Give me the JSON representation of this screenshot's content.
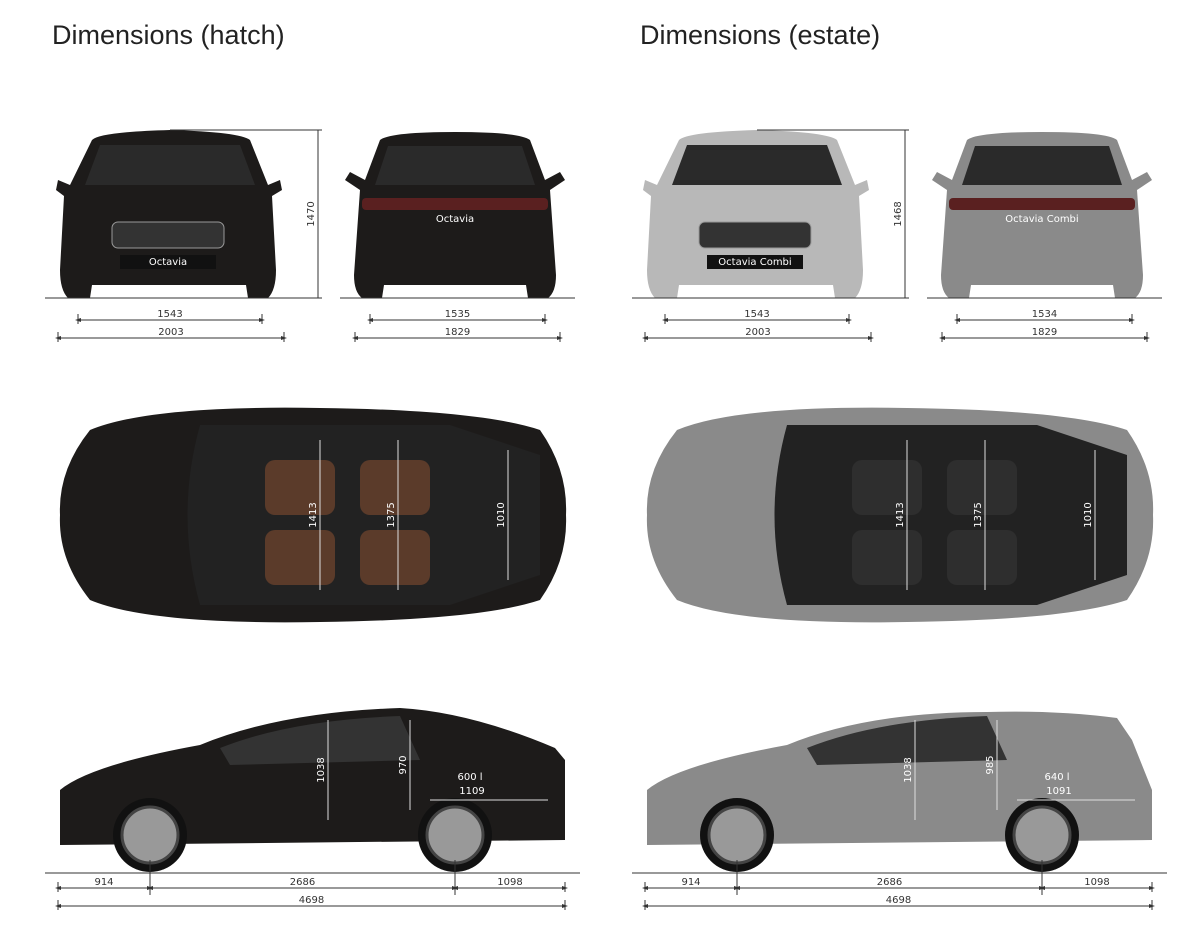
{
  "titles": {
    "hatch": "Dimensions (hatch)",
    "estate": "Dimensions (estate)"
  },
  "variants": [
    {
      "key": "hatch",
      "body_color": "#1d1b1a",
      "front_color": "#1d1b1a",
      "badge_front": "Octavia",
      "badge_rear": "Octavia",
      "front": {
        "height": "1470",
        "track": "1543",
        "width": "2003"
      },
      "rear": {
        "track": "1535",
        "width": "1829"
      },
      "top": {
        "front_shoulder": "1413",
        "rear_shoulder": "1375",
        "boot_width": "1010"
      },
      "side": {
        "front_headroom": "1038",
        "rear_headroom": "970",
        "boot_volume": "600 l",
        "boot_length": "1109",
        "front_overhang": "914",
        "wheelbase": "2686",
        "rear_overhang": "1098",
        "length": "4698"
      }
    },
    {
      "key": "estate",
      "body_color": "#8a8a8a",
      "front_color": "#b8b8b8",
      "badge_front": "Octavia Combi",
      "badge_rear": "Octavia Combi",
      "front": {
        "height": "1468",
        "track": "1543",
        "width": "2003"
      },
      "rear": {
        "track": "1534",
        "width": "1829"
      },
      "top": {
        "front_shoulder": "1413",
        "rear_shoulder": "1375",
        "boot_width": "1010"
      },
      "side": {
        "front_headroom": "1038",
        "rear_headroom": "985",
        "boot_volume": "640 l",
        "boot_length": "1091",
        "front_overhang": "914",
        "wheelbase": "2686",
        "rear_overhang": "1098",
        "length": "4698"
      }
    }
  ]
}
